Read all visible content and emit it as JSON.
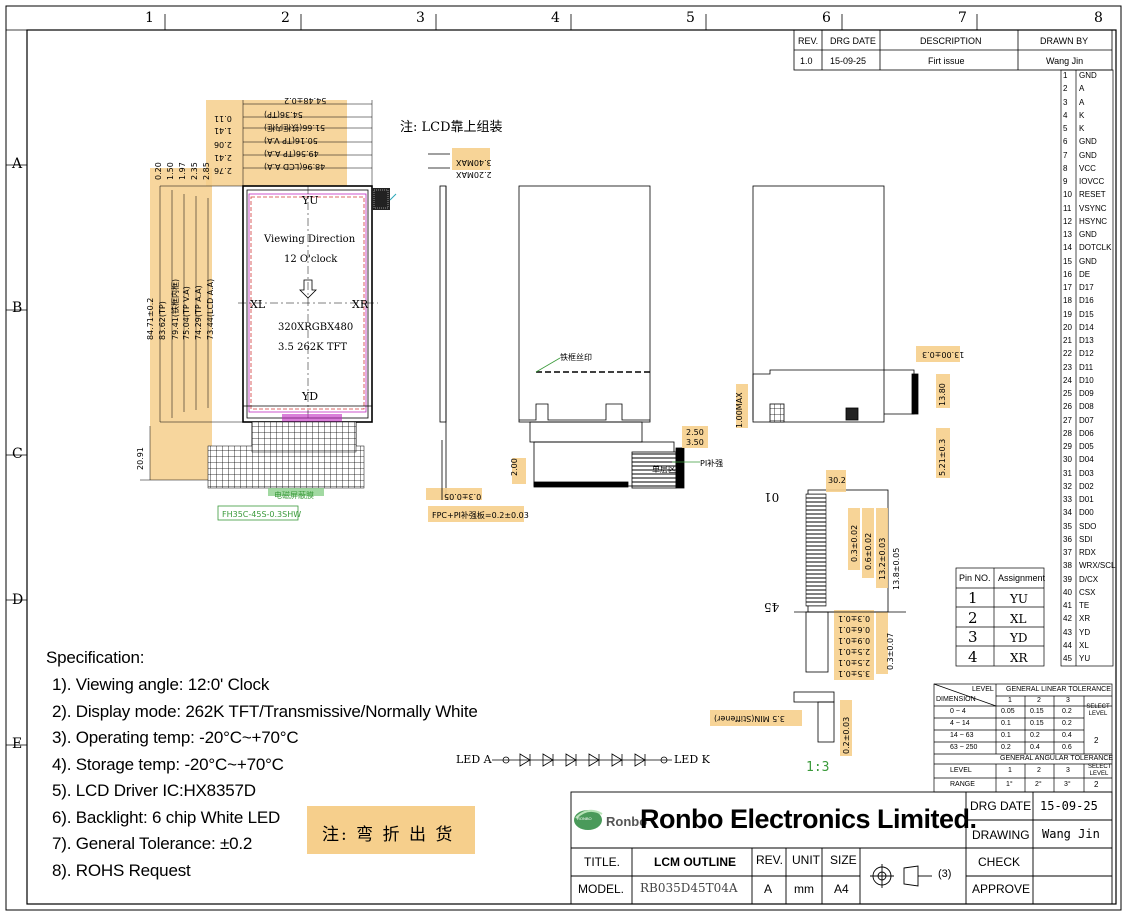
{
  "zones": {
    "columns": [
      "1",
      "2",
      "3",
      "4",
      "5",
      "6",
      "7",
      "8"
    ],
    "rows": [
      "A",
      "B",
      "C",
      "D",
      "E"
    ]
  },
  "revision_table": {
    "headers": [
      "REV.",
      "DRG DATE",
      "DESCRIPTION",
      "DRAWN BY"
    ],
    "row": [
      "1.0",
      "15-09-25",
      "Firt issue",
      "Wang Jin"
    ]
  },
  "pin_list": [
    {
      "n": "1",
      "s": "GND"
    },
    {
      "n": "2",
      "s": "A"
    },
    {
      "n": "3",
      "s": "A"
    },
    {
      "n": "4",
      "s": "K"
    },
    {
      "n": "5",
      "s": "K"
    },
    {
      "n": "6",
      "s": "GND"
    },
    {
      "n": "7",
      "s": "GND"
    },
    {
      "n": "8",
      "s": "VCC"
    },
    {
      "n": "9",
      "s": "IOVCC"
    },
    {
      "n": "10",
      "s": "RESET"
    },
    {
      "n": "11",
      "s": "VSYNC"
    },
    {
      "n": "12",
      "s": "HSYNC"
    },
    {
      "n": "13",
      "s": "GND"
    },
    {
      "n": "14",
      "s": "DOTCLK"
    },
    {
      "n": "15",
      "s": "GND"
    },
    {
      "n": "16",
      "s": "DE"
    },
    {
      "n": "17",
      "s": "D17"
    },
    {
      "n": "18",
      "s": "D16"
    },
    {
      "n": "19",
      "s": "D15"
    },
    {
      "n": "20",
      "s": "D14"
    },
    {
      "n": "21",
      "s": "D13"
    },
    {
      "n": "22",
      "s": "D12"
    },
    {
      "n": "23",
      "s": "D11"
    },
    {
      "n": "24",
      "s": "D10"
    },
    {
      "n": "25",
      "s": "D09"
    },
    {
      "n": "26",
      "s": "D08"
    },
    {
      "n": "27",
      "s": "D07"
    },
    {
      "n": "28",
      "s": "D06"
    },
    {
      "n": "29",
      "s": "D05"
    },
    {
      "n": "30",
      "s": "D04"
    },
    {
      "n": "31",
      "s": "D03"
    },
    {
      "n": "32",
      "s": "D02"
    },
    {
      "n": "33",
      "s": "D01"
    },
    {
      "n": "34",
      "s": "D00"
    },
    {
      "n": "35",
      "s": "SDO"
    },
    {
      "n": "36",
      "s": "SDI"
    },
    {
      "n": "37",
      "s": "RDX"
    },
    {
      "n": "38",
      "s": "WRX/SCL"
    },
    {
      "n": "39",
      "s": "D/CX"
    },
    {
      "n": "40",
      "s": "CSX"
    },
    {
      "n": "41",
      "s": "TE"
    },
    {
      "n": "42",
      "s": "XR"
    },
    {
      "n": "43",
      "s": "YD"
    },
    {
      "n": "44",
      "s": "XL"
    },
    {
      "n": "45",
      "s": "YU"
    }
  ],
  "touch_pin_table": {
    "headers": [
      "Pin NO.",
      "Assignment"
    ],
    "rows": [
      [
        "1",
        "YU"
      ],
      [
        "2",
        "XL"
      ],
      [
        "3",
        "YD"
      ],
      [
        "4",
        "XR"
      ]
    ]
  },
  "front_view": {
    "note_lcd_top": "注: LCD靠上组装",
    "yu": "YU",
    "yd": "YD",
    "xl": "XL",
    "xr": "XR",
    "viewing_direction": "Viewing Direction",
    "clock": "12   O'clock",
    "resolution": "320XRGBX480",
    "size_color": "3.5  262K  TFT",
    "width_dims": [
      "54.48±0.2",
      "54.36(TP)",
      "51.66(铁框内框)",
      "50.16(TP V.A)",
      "49.56(TP A.A)",
      "48.96(LCD A.A)"
    ],
    "width_tols": [
      "0.11",
      "1.41",
      "2.06",
      "2.41",
      "2.76"
    ],
    "height_dims": [
      "84.71±0.2",
      "83.62(TP)",
      "79.41(铁框内框)",
      "75.04(TP V.A)",
      "74.29(TP A.A)",
      "73.44(LCD A.A)"
    ],
    "height_tols": [
      "0.20",
      "1.50",
      "1.97",
      "2.35",
      "2.85"
    ],
    "fpc_height": "20.91",
    "fpc_label": "FH35C-45S-0.3SHW",
    "fpc_note": "电磁屏蔽膜"
  },
  "side_view": {
    "dims": [
      "3.40MAX",
      "2.20MAX",
      "0.3±0.05"
    ],
    "fpc_note": "FPC+PI补强板=0.2±0.03"
  },
  "back_view": {
    "label_frame": "铁框丝印",
    "dims": [
      "2.00",
      "2.50",
      "3.50"
    ],
    "pi_note": "PI补强",
    "single_area": "单层区"
  },
  "right_view": {
    "dims": [
      "1.00MAX",
      "13.00±0.3",
      "13.80",
      "5.21±0.3"
    ]
  },
  "connector_detail": {
    "pin_top": "01",
    "pin_bottom": "45",
    "angle": "30.2",
    "dims_v": [
      "0.3±0.02",
      "0.6±0.02",
      "13.2±0.03",
      "13.8±0.05",
      "0.3±0.07"
    ],
    "dims_h": [
      "0.3±0.1",
      "0.6±0.1",
      "0.9±0.1",
      "2.5±0.1",
      "2.5±0.1",
      "3.5±0.1"
    ],
    "stiffener": "3.5 MIN(Stiffener)",
    "thick": "0.2±0.03",
    "scale": "1:3"
  },
  "led_circuit": {
    "start": "LED A",
    "end": "LED K"
  },
  "specification": {
    "heading": "Specification:",
    "items": [
      "1).  Viewing angle: 12:0' Clock",
      "2).  Display mode: 262K  TFT/Transmissive/Normally White",
      "3).  Operating temp: -20°C~+70°C",
      "4).  Storage temp: -20°C~+70°C",
      "5).  LCD Driver IC:HX8357D",
      "6).  Backlight: 6 chip White LED",
      "7).  General Tolerance: ±0.2",
      "8).  ROHS Request"
    ]
  },
  "bend_note": "注:  弯 折 出 货",
  "tolerance_table": {
    "level_label": "LEVEL",
    "dimension_label": "DIMENSION",
    "linear_title": "GENERAL LINEAR TOLERANCE",
    "levels": [
      "1",
      "2",
      "3"
    ],
    "select": "SELECT LEVEL",
    "rows": [
      [
        "0 ~ 4",
        "0.05",
        "0.15",
        "0.2"
      ],
      [
        "4 ~ 14",
        "0.1",
        "0.15",
        "0.2"
      ],
      [
        "14 ~ 63",
        "0.1",
        "0.2",
        "0.4"
      ],
      [
        "63 ~ 250",
        "0.2",
        "0.4",
        "0.6"
      ]
    ],
    "selected": "2",
    "angular_title": "GENERAL ANGULAR TOLERANCE",
    "range_label": "RANGE",
    "angular_levels": [
      "1",
      "2",
      "3"
    ],
    "angular_range": [
      "1°",
      "2°",
      "3°"
    ],
    "angular_selected": "2"
  },
  "title_block": {
    "company": "Ronbo Electronics Limited.",
    "logo_text": "Ronbo",
    "logo_small": "RONBO",
    "drg_date_label": "DRG DATE",
    "drg_date": "15-09-25",
    "drawing_label": "DRAWING",
    "drawing_by": "Wang Jin",
    "check_label": "CHECK",
    "approve_label": "APPROVE",
    "title_label": "TITLE.",
    "title": "LCM OUTLINE",
    "rev_label": "REV.",
    "unit_label": "UNIT",
    "size_label": "SIZE",
    "model_label": "MODEL.",
    "model": "RB035D45T04A",
    "rev": "A",
    "unit": "mm",
    "size": "A4",
    "projection": "(3)"
  },
  "colors": {
    "highlight": "#f6cf8c",
    "green": "#3a9a3a",
    "magenta": "#c02ac0",
    "red": "#d23a3a",
    "cyan": "#2aa8b8"
  }
}
